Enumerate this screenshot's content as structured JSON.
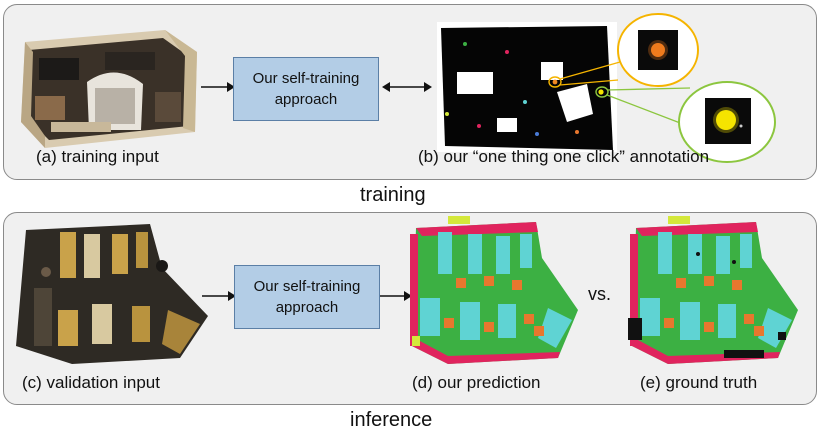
{
  "training": {
    "section_label": "training",
    "box_line1": "Our self-training",
    "box_line2": "approach",
    "caption_a": "(a) training input",
    "caption_b": "(b) our “one thing one click” annotation"
  },
  "inference": {
    "section_label": "inference",
    "box_line1": "Our self-training",
    "box_line2": "approach",
    "caption_c": "(c) validation input",
    "caption_d": "(d) our prediction",
    "caption_e": "(e) ground truth",
    "vs_label": "vs."
  },
  "colors": {
    "panel_bg": "#f0f0f0",
    "box_fill": "#b3cde6",
    "callout_orange": "#f5b400",
    "callout_green": "#8cc63f",
    "floor_green": "#3cb043",
    "table_cyan": "#5fd3d3",
    "chair_orange": "#e8772e",
    "wall_red": "#e0245e",
    "clutter_yellow": "#d4e83a"
  }
}
